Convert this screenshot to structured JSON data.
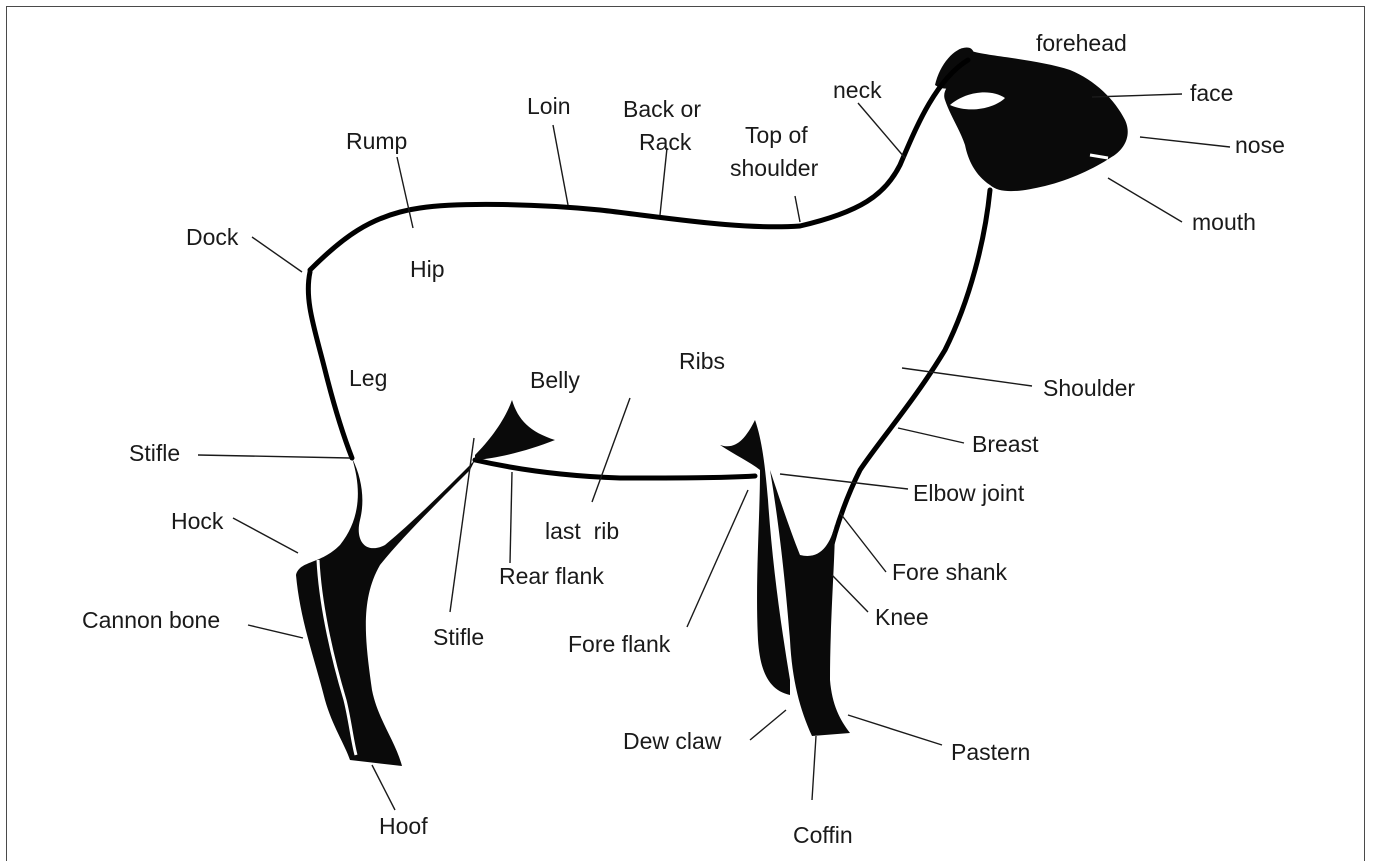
{
  "colors": {
    "ink": "#0a0a0a",
    "label": "#1a1a1a",
    "background": "#ffffff",
    "frame": "#4a4a4a"
  },
  "labels": {
    "forehead": "forehead",
    "face": "face",
    "nose": "nose",
    "mouth": "mouth",
    "neck": "neck",
    "loin": "Loin",
    "back_line1": "Back or",
    "back_line2": "Rack",
    "top_shoulder_line1": "Top of",
    "top_shoulder_line2": "shoulder",
    "rump": "Rump",
    "dock": "Dock",
    "hip": "Hip",
    "leg": "Leg",
    "belly": "Belly",
    "ribs": "Ribs",
    "shoulder": "Shoulder",
    "breast": "Breast",
    "elbow_joint": "Elbow joint",
    "fore_shank": "Fore shank",
    "knee": "Knee",
    "stifle_left": "Stifle",
    "hock": "Hock",
    "cannon_bone": "Cannon bone",
    "last_rib": "last  rib",
    "rear_flank": "Rear flank",
    "stifle_mid": "Stifle",
    "fore_flank": "Fore flank",
    "dew_claw": "Dew claw",
    "pastern": "Pastern",
    "hoof": "Hoof",
    "coffin": "Coffin"
  }
}
